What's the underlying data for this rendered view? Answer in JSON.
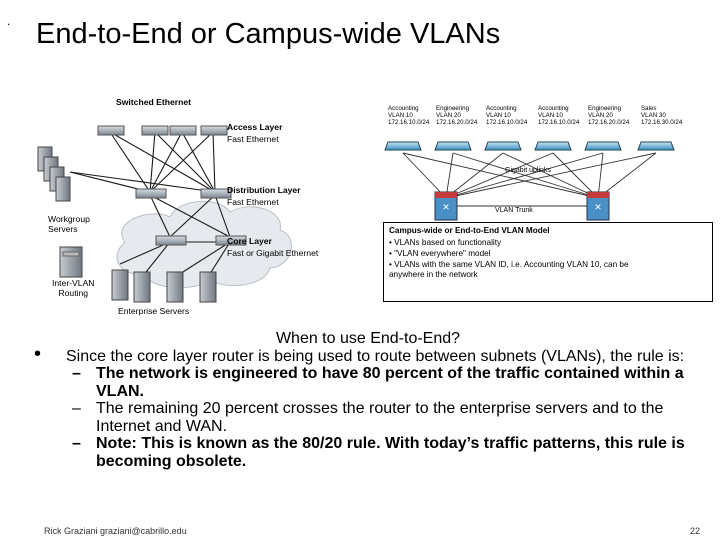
{
  "slide": {
    "title": "End-to-End or Campus-wide VLANs",
    "footer": "Rick Graziani  graziani@cabrillo.edu",
    "page_number": "22"
  },
  "left_diagram": {
    "switched_ethernet": "Switched Ethernet",
    "access_layer": "Access Layer",
    "access_sub": "Fast Ethernet",
    "distribution_layer": "Distribution Layer",
    "distribution_sub": "Fast Ethernet",
    "core_layer": "Core Layer",
    "core_sub": "Fast or Gigabit Ethernet",
    "workgroup_servers": "Workgroup\nServers",
    "inter_vlan": "Inter-VLAN\nRouting",
    "enterprise_servers": "Enterprise Servers"
  },
  "right_diagram": {
    "vlans": [
      "Accounting\nVLAN 10\n172.16.10.0/24",
      "Engineering\nVLAN 20\n172.16.20.0/24",
      "Accounting\nVLAN 10\n172.16.10.0/24",
      "Accounting\nVLAN 10\n172.16.10.0/24",
      "Engineering\nVLAN 20\n172.16.20.0/24",
      "Sales\nVLAN 30\n172.16.30.0/24"
    ],
    "gigabit_uplinks": "Gigabit uplinks",
    "vlan_trunk": "VLAN Trunk",
    "model_box": {
      "title": "Campus-wide or End-to-End VLAN Model",
      "lines": [
        "• VLANs based on functionality",
        "• \"VLAN everywhere\" model",
        "• VLANs with the same VLAN ID, i.e. Accounting VLAN 10, can be",
        "anywhere in the network"
      ]
    }
  },
  "content": {
    "heading": "When to use End-to-End?",
    "bullet_marker": "•",
    "dash_marker": "–",
    "bullet": "Since the core layer router is being used to route between subnets (VLANs), the rule is:",
    "sub_bullets": [
      "The network is engineered to have 80 percent of the traffic contained within a VLAN.",
      "The remaining 20 percent crosses the router to the enterprise servers and to the Internet and WAN.",
      "Note: This is known as the 80/20 rule.  With today’s traffic patterns, this rule is becoming obsolete."
    ]
  }
}
